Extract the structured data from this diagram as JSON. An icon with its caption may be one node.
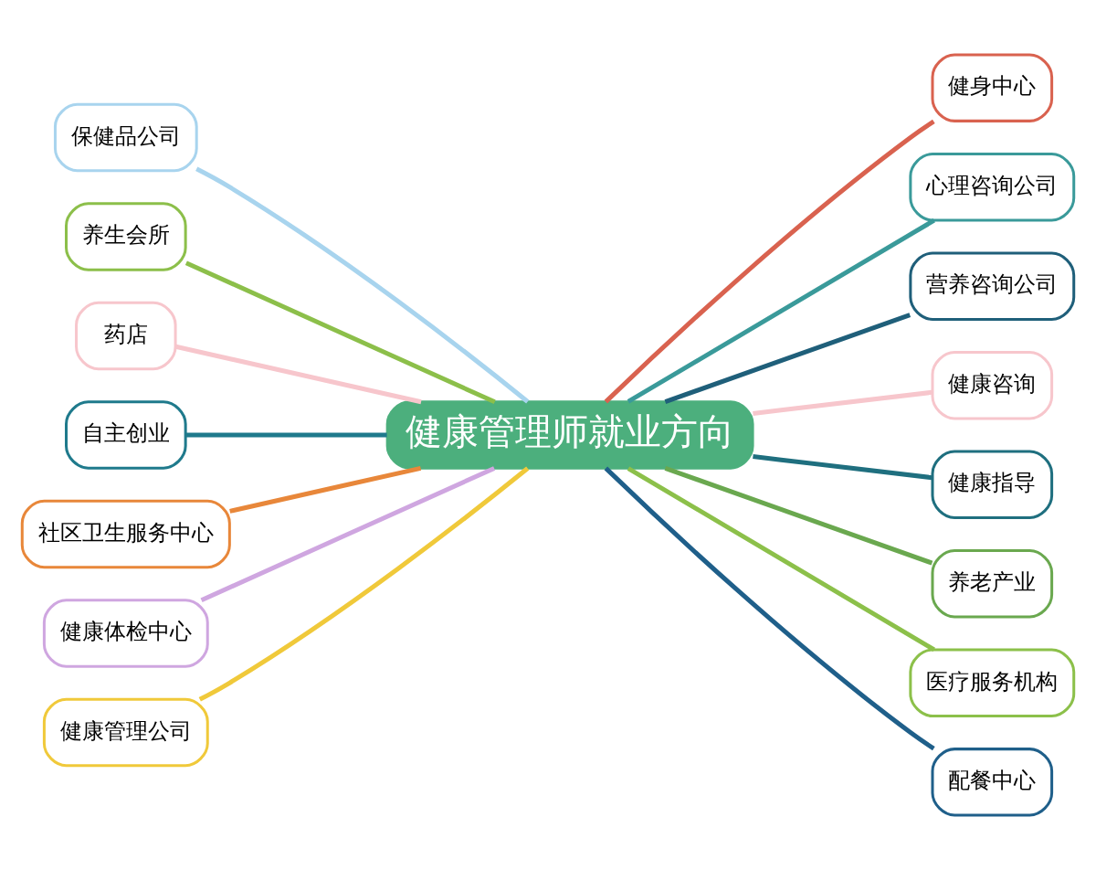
{
  "diagram": {
    "nodes": [
      {
        "text": [
          "健康管理师就业方向"
        ]
      },
      {
        "text": [
          "保健品公司"
        ]
      },
      {
        "text": [
          "养生会所"
        ]
      },
      {
        "text": [
          "药店"
        ]
      },
      {
        "text": [
          "自主创业"
        ]
      },
      {
        "text": [
          "社区卫生服务中心"
        ]
      },
      {
        "text": [
          "健康体检中心"
        ]
      },
      {
        "text": [
          "健康管理公司"
        ]
      },
      {
        "text": [
          "健身中心"
        ]
      },
      {
        "text": [
          "心理咨询公司"
        ]
      },
      {
        "text": [
          "营养咨询公司"
        ]
      },
      {
        "text": [
          "健康咨询"
        ]
      },
      {
        "text": [
          "健康指导"
        ]
      },
      {
        "text": [
          "养老产业"
        ]
      },
      {
        "text": [
          "医疗服务机构"
        ]
      },
      {
        "text": [
          "配餐中心"
        ]
      }
    ],
    "edges": [
      {
        "from": 1,
        "to": 0,
        "arrow": "none",
        "color": "#a8d4ee"
      },
      {
        "from": 2,
        "to": 0,
        "arrow": "none",
        "color": "#8cbf4a"
      },
      {
        "from": 3,
        "to": 0,
        "arrow": "none",
        "color": "#f7c6cc"
      },
      {
        "from": 4,
        "to": 0,
        "arrow": "none",
        "color": "#1f7a8c"
      },
      {
        "from": 5,
        "to": 0,
        "arrow": "none",
        "color": "#e8873a"
      },
      {
        "from": 6,
        "to": 0,
        "arrow": "none",
        "color": "#cfa6e0"
      },
      {
        "from": 7,
        "to": 0,
        "arrow": "none",
        "color": "#f0c93a"
      },
      {
        "from": 0,
        "to": 8,
        "arrow": "none",
        "color": "#d9624f"
      },
      {
        "from": 0,
        "to": 9,
        "arrow": "none",
        "color": "#3a9a9a"
      },
      {
        "from": 0,
        "to": 10,
        "arrow": "none",
        "color": "#1f5f7a"
      },
      {
        "from": 0,
        "to": 11,
        "arrow": "none",
        "color": "#f7c6cc"
      },
      {
        "from": 0,
        "to": 12,
        "arrow": "none",
        "color": "#1f6f7f"
      },
      {
        "from": 0,
        "to": 13,
        "arrow": "none",
        "color": "#6aa84f"
      },
      {
        "from": 0,
        "to": 14,
        "arrow": "none",
        "color": "#8cc04a"
      },
      {
        "from": 0,
        "to": 15,
        "arrow": "none",
        "color": "#1f5f8a"
      }
    ]
  }
}
